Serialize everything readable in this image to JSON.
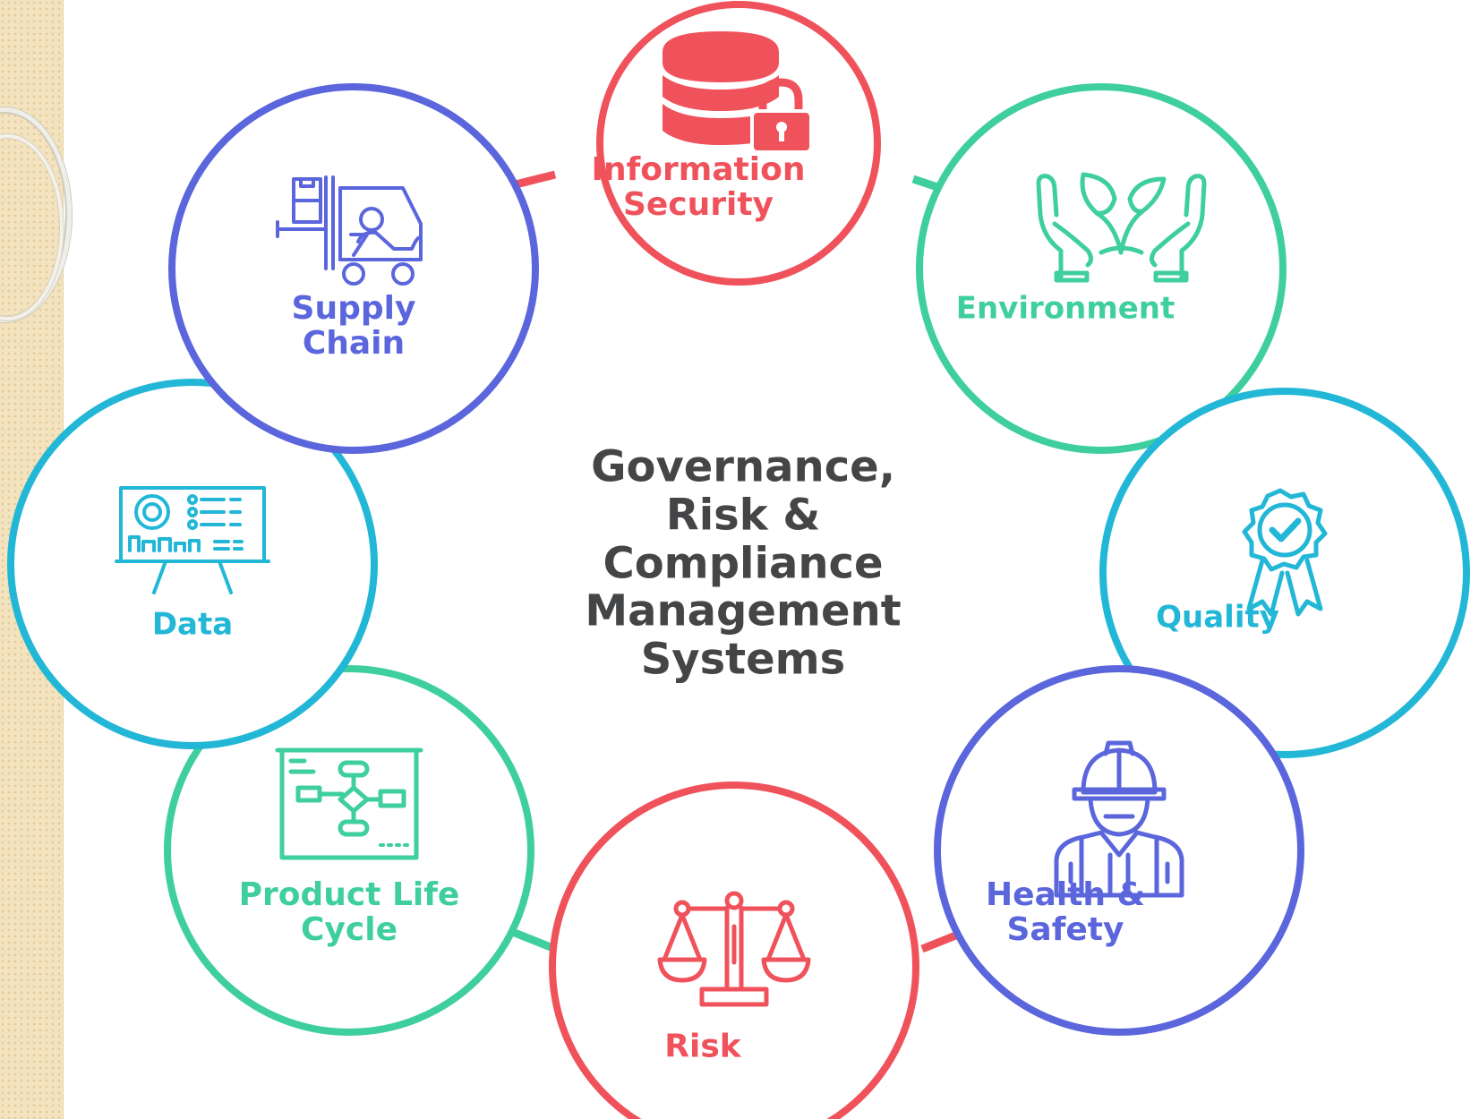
{
  "title": "Governance,\nRisk &\nCompliance\nManagement\nSystems",
  "colors": {
    "red": "#f0525c",
    "green": "#3fcf9e",
    "blue": "#5b66dd",
    "cyan": "#22b7d6",
    "title": "#444547"
  },
  "nodes": [
    {
      "id": "information-security",
      "label": "Information\nSecurity",
      "color": "red",
      "icon": "database-lock-icon"
    },
    {
      "id": "environment",
      "label": "Environment",
      "color": "green",
      "icon": "hands-plant-icon"
    },
    {
      "id": "quality",
      "label": "Quality",
      "color": "cyan",
      "icon": "award-ribbon-icon"
    },
    {
      "id": "health-safety",
      "label": "Health &\nSafety",
      "color": "blue",
      "icon": "hardhat-worker-icon"
    },
    {
      "id": "risk",
      "label": "Risk",
      "color": "red",
      "icon": "balance-scale-icon"
    },
    {
      "id": "product-life-cycle",
      "label": "Product Life\nCycle",
      "color": "green",
      "icon": "flowchart-board-icon"
    },
    {
      "id": "data",
      "label": "Data",
      "color": "cyan",
      "icon": "dashboard-easel-icon"
    },
    {
      "id": "supply-chain",
      "label": "Supply\nChain",
      "color": "blue",
      "icon": "forklift-icon"
    }
  ]
}
